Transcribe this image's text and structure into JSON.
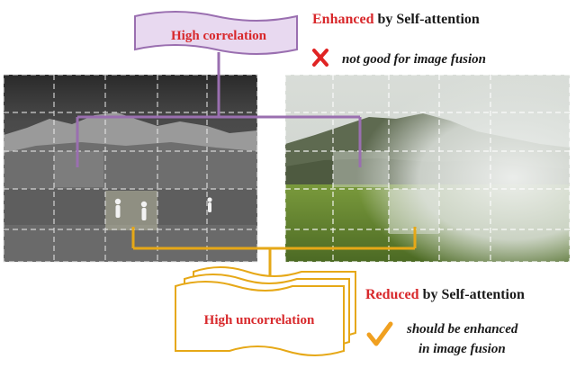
{
  "top_banner": {
    "label": "High correlation"
  },
  "top_annotation": {
    "emphasis": "Enhanced",
    "rest": " by Self-attention",
    "note": "not good for image fusion",
    "mark": "cross-icon"
  },
  "bottom_banner": {
    "label": "High uncorrelation"
  },
  "bottom_annotation": {
    "emphasis": "Reduced",
    "rest": " by Self-attention",
    "note_line1": "should be enhanced",
    "note_line2": "in image fusion",
    "mark": "check-icon"
  },
  "colors": {
    "emphasis_red": "#d8282b",
    "correlation_purple": "#9a6fb0",
    "banner_fill": "#e8d9f0",
    "uncorrelation_gold": "#e6a817",
    "check_orange": "#f0a020",
    "cross_red": "#e02424"
  }
}
